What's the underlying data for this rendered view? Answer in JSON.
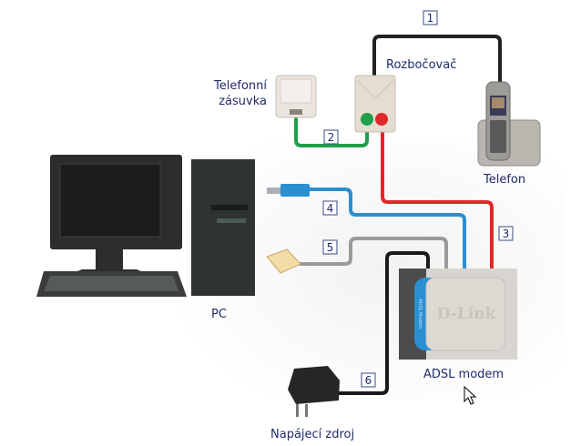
{
  "labels": {
    "wall_socket_line1": "Telefonní",
    "wall_socket_line2": "zásuvka",
    "splitter": "Rozbočovač",
    "phone": "Telefon",
    "pc": "PC",
    "modem": "ADSL modem",
    "power": "Napájecí zdroj"
  },
  "cable_numbers": [
    "1",
    "2",
    "3",
    "4",
    "5",
    "6"
  ],
  "modem_brand": "D-Link",
  "modem_side_text": "ADSL Modem",
  "colors": {
    "text": "#1f2a6b",
    "cable_phone": "#222222",
    "cable_wall": "#1fa04a",
    "cable_modem_line": "#e0282a",
    "cable_usb": "#2a8fd0",
    "cable_ethernet": "#9a9a9a",
    "cable_power": "#1a1a1a"
  }
}
